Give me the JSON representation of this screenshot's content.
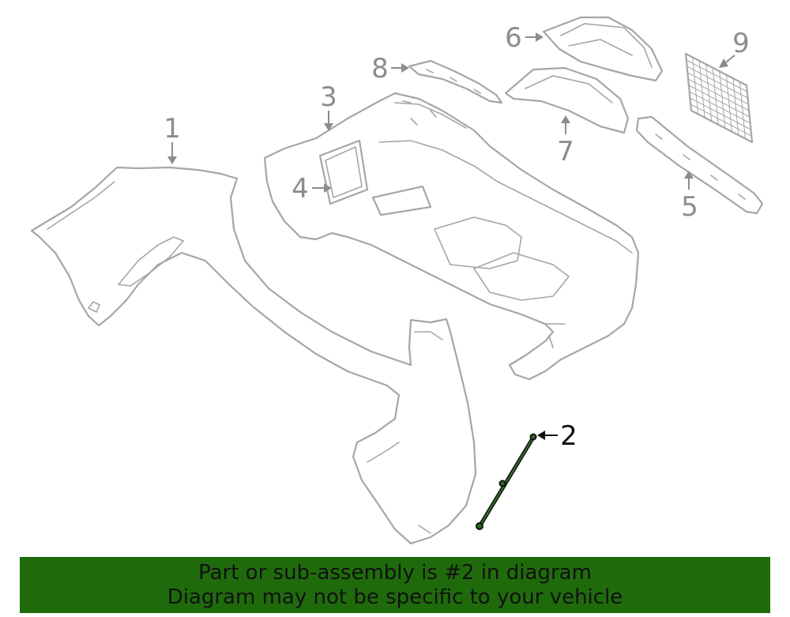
{
  "callouts": [
    {
      "id": "1",
      "label": "1",
      "highlighted": false
    },
    {
      "id": "2",
      "label": "2",
      "highlighted": true
    },
    {
      "id": "3",
      "label": "3",
      "highlighted": false
    },
    {
      "id": "4",
      "label": "4",
      "highlighted": false
    },
    {
      "id": "5",
      "label": "5",
      "highlighted": false
    },
    {
      "id": "6",
      "label": "6",
      "highlighted": false
    },
    {
      "id": "7",
      "label": "7",
      "highlighted": false
    },
    {
      "id": "8",
      "label": "8",
      "highlighted": false
    },
    {
      "id": "9",
      "label": "9",
      "highlighted": false
    }
  ],
  "banner": {
    "line1": "Part or sub-assembly is #2 in diagram",
    "line2": "Diagram may not be specific to your vehicle"
  },
  "colors": {
    "banner_bg": "#1f6b0c",
    "part_outline": "#a6a6a6",
    "highlight_part": "#2e6b22",
    "callout_text": "#8c8c8c"
  }
}
